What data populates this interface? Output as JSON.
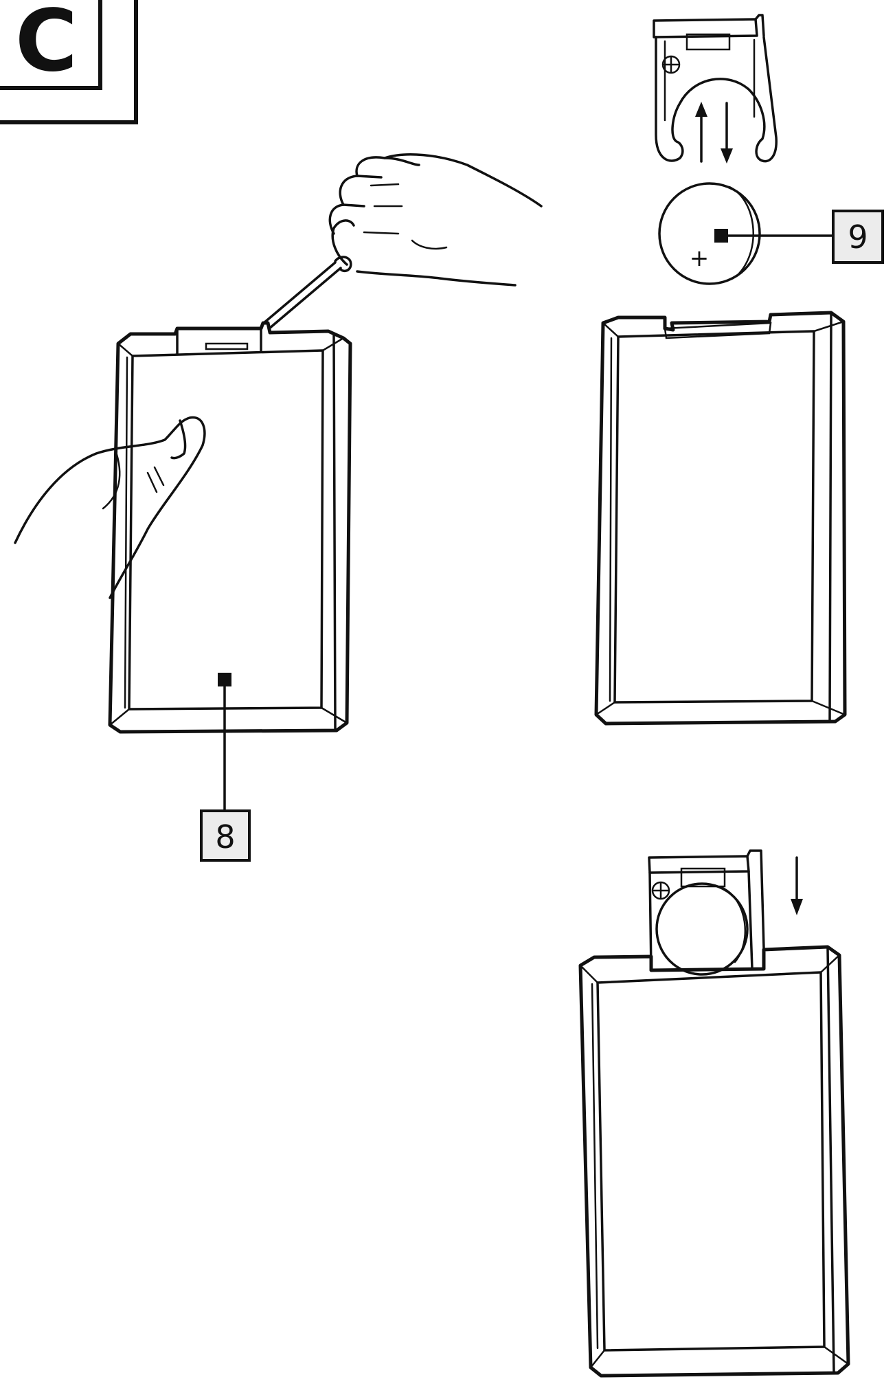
{
  "figure": {
    "section_letter": "C",
    "callouts": [
      {
        "id": "8",
        "label": "8"
      },
      {
        "id": "9",
        "label": "9"
      }
    ],
    "battery_polarity_symbol": "+",
    "icons": [
      "hand-icon",
      "screwdriver-icon",
      "battery-holder-icon",
      "coin-cell-battery-icon",
      "arrow-up-icon",
      "arrow-down-icon"
    ],
    "colors": {
      "line": "#111111",
      "callout_fill": "#ececec",
      "background": "#ffffff"
    }
  }
}
